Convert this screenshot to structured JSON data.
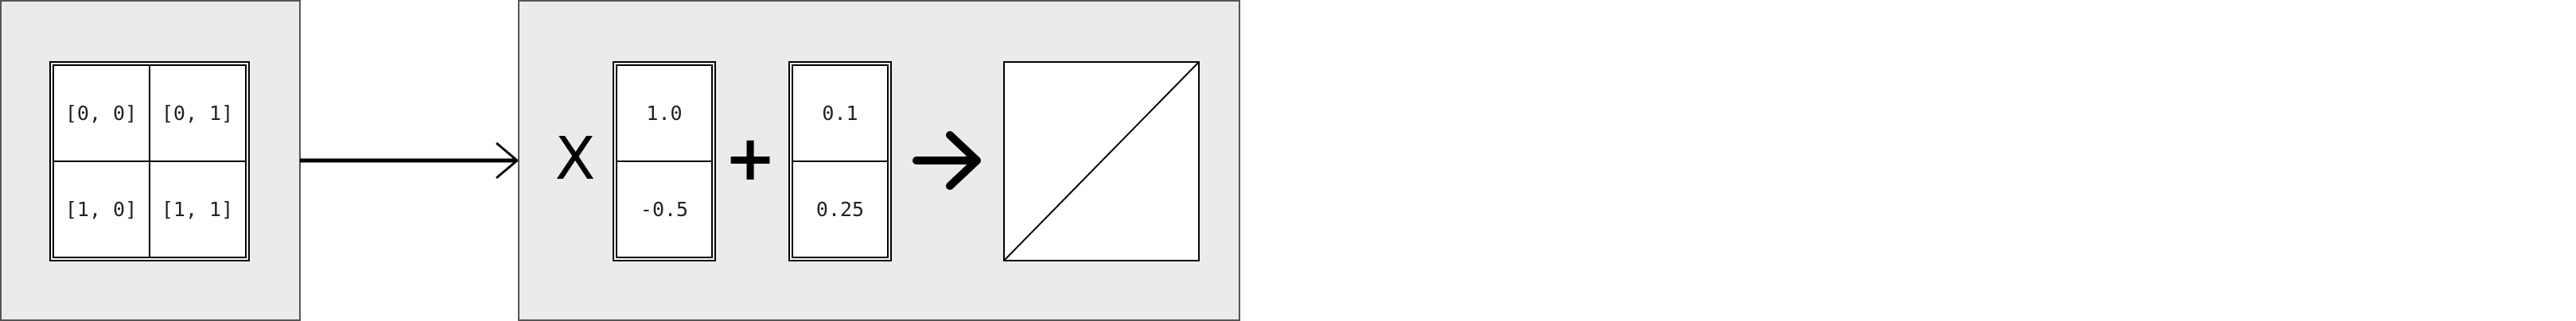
{
  "input_panel": {
    "cells": [
      {
        "label": "[0, 0]"
      },
      {
        "label": "[0, 1]"
      },
      {
        "label": "[1, 0]"
      },
      {
        "label": "[1, 1]"
      }
    ]
  },
  "transform_panel": {
    "multiply_symbol": "X",
    "plus_symbol": "+",
    "weights": [
      "1.0",
      "-0.5"
    ],
    "biases": [
      "0.1",
      "0.25"
    ]
  },
  "colors": {
    "panel_fill": "#ebebeb",
    "panel_stroke": "#555555",
    "box_fill": "#ffffff",
    "line": "#000000"
  },
  "icons": {
    "connector": "arrow-right-icon",
    "result": "result-arrow-icon",
    "output": "diagonal-square-icon"
  }
}
